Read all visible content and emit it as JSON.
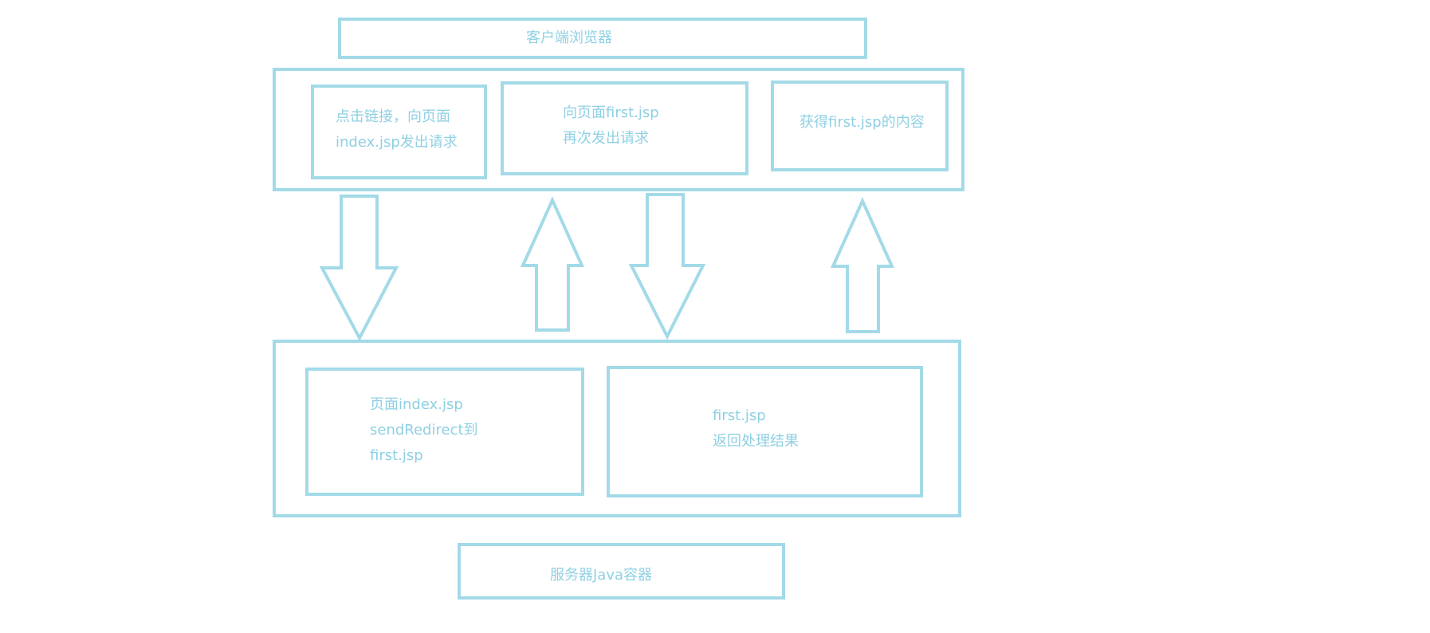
{
  "colors": {
    "stroke": "#a3dae8",
    "text": "#8fd0e3",
    "background": "#ffffff"
  },
  "diagram": {
    "browser_title": "客户端浏览器",
    "client_steps": [
      {
        "lines": [
          "点击链接，向页面",
          "index.jsp发出请求"
        ]
      },
      {
        "lines": [
          "向页面first.jsp",
          "再次发出请求"
        ]
      },
      {
        "lines": [
          "获得first.jsp的内容"
        ]
      }
    ],
    "server_steps": [
      {
        "lines": [
          "页面index.jsp",
          "sendRedirect到",
          "first.jsp"
        ]
      },
      {
        "lines": [
          "first.jsp",
          "返回处理结果"
        ]
      }
    ],
    "server_title": "服务器Java容器",
    "arrows": [
      {
        "direction": "down"
      },
      {
        "direction": "up"
      },
      {
        "direction": "down"
      },
      {
        "direction": "up"
      }
    ]
  }
}
